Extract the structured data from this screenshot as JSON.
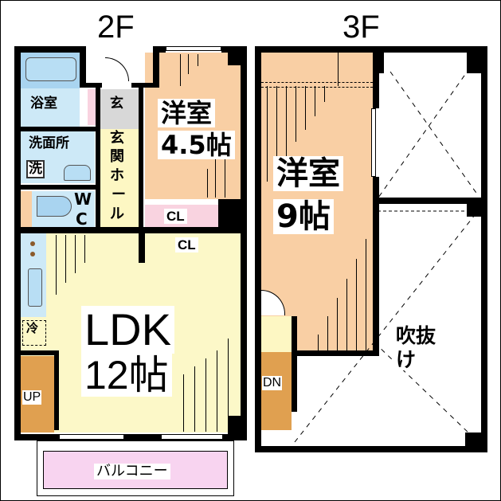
{
  "floors": [
    {
      "title": "2F",
      "rooms": {
        "bath": "浴室",
        "washroom": "洗面所",
        "washer": "洗",
        "wc_w": "W",
        "wc_c": "C",
        "entrance": "玄",
        "hall_1": "玄",
        "hall_2": "関",
        "hall_3": "ホ",
        "hall_4": "ー",
        "hall_5": "ル",
        "western_name": "洋室",
        "western_size": "4.5帖",
        "closet_1": "CL",
        "closet_2": "CL",
        "ldk_name": "LDK",
        "ldk_size": "12帖",
        "fridge": "冷",
        "stairs_up": "UP",
        "balcony": "バルコニー"
      }
    },
    {
      "title": "3F",
      "rooms": {
        "western_name": "洋室",
        "western_size": "9帖",
        "void_1": "吹抜",
        "void_2": "け",
        "stairs_down": "DN"
      }
    }
  ],
  "colors": {
    "wall": "#000000",
    "bath": "#cde9f7",
    "tub": "#a9d4f0",
    "western": "#f9cfa4",
    "ldk": "#fcf8c8",
    "hall": "#fdf7c3",
    "entrance": "#d8d8d8",
    "closet": "#f9d3e0",
    "balcony": "#f8d4f0",
    "stairs": "#e0a050",
    "void": "#ffffff"
  }
}
